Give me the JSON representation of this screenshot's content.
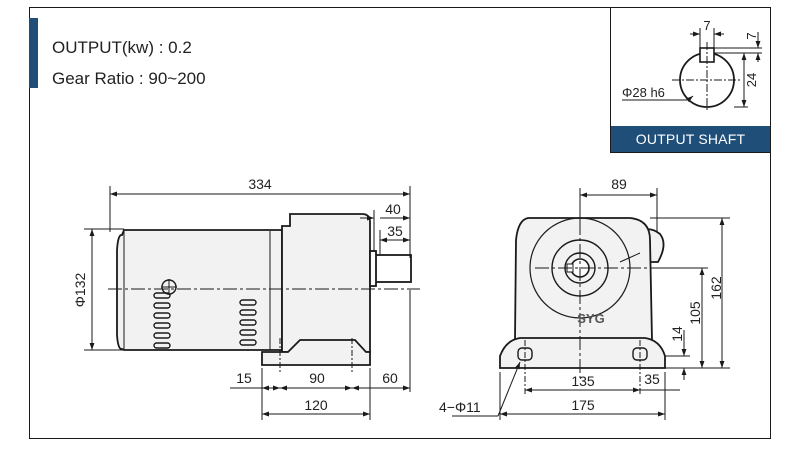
{
  "specs": {
    "output": "OUTPUT(kw) : 0.2",
    "gear_ratio": "Gear Ratio : 90~200"
  },
  "output_shaft": {
    "title": "OUTPUT SHAFT",
    "key_width": "7",
    "key_height": "7",
    "key_depth": "24",
    "diameter": "Φ28 h6"
  },
  "side_view": {
    "overall_length": "334",
    "shaft_length": "40",
    "shaft_inner": "35",
    "body_diameter": "Φ132",
    "foot_left": "15",
    "foot_center": "90",
    "foot_right": "60",
    "foot_length": "120"
  },
  "front_view": {
    "shaft_offset": "89",
    "brand": "SYG",
    "total_height": "162",
    "center_height": "105",
    "base_height": "14",
    "bolt_spacing": "135",
    "foot_width": "35",
    "base_width": "175",
    "bolt_holes": "4−Φ11"
  },
  "colors": {
    "accent": "#1f4e79",
    "line": "#1a1a1a",
    "body_fill": "#f2f2f2"
  }
}
